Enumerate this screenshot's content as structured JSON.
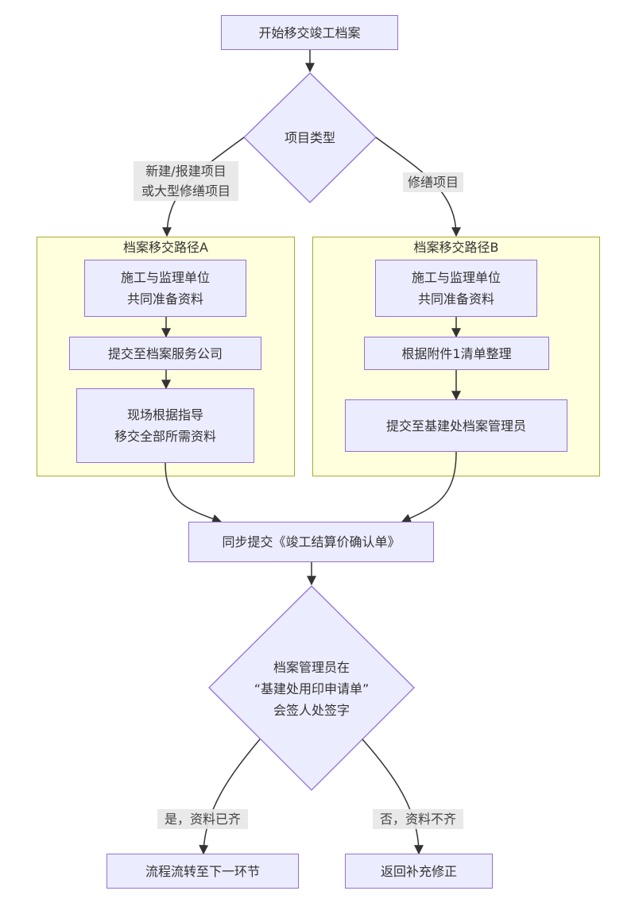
{
  "colors": {
    "node_fill": "#ececff",
    "node_stroke": "#9370db",
    "cluster_fill": "#ffffde",
    "cluster_stroke": "#aaaa33",
    "edge": "#333333",
    "edge_label_bg": "#e8e8e8",
    "text": "#333333"
  },
  "nodes": {
    "start": "开始移交竣工档案",
    "decision_type": "项目类型",
    "a1": "施工与监理单位\n共同准备资料",
    "a2": "提交至档案服务公司",
    "a3": "现场根据指导\n移交全部所需资料",
    "b1": "施工与监理单位\n共同准备资料",
    "b2": "根据附件1清单整理",
    "b3": "提交至基建处档案管理员",
    "sync": "同步提交《竣工结算价确认单》",
    "decision_sign": "档案管理员在\n“基建处用印申请单”\n会签人处签字",
    "next": "流程流转至下一环节",
    "fix": "返回补充修正"
  },
  "clusters": {
    "path_a": "档案移交路径A",
    "path_b": "档案移交路径B"
  },
  "edge_labels": {
    "new_build": "新建/报建项目\n或大型修缮项目",
    "repair": "修缮项目",
    "yes": "是，资料已齐",
    "no": "否，资料不齐"
  }
}
